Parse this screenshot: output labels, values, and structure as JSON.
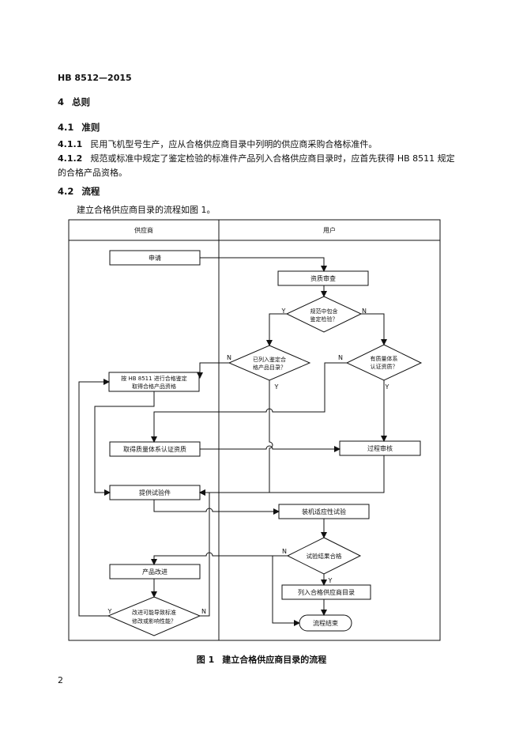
{
  "header": {
    "doc_code": "HB 8512—2015"
  },
  "sections": {
    "s4": {
      "num": "4",
      "title": "总则"
    },
    "s41": {
      "num": "4.1",
      "title": "准则"
    },
    "p411": {
      "num": "4.1.1",
      "text": "民用飞机型号生产，应从合格供应商目录中列明的供应商采购合格标准件。"
    },
    "p412": {
      "num": "4.1.2",
      "line1": "规范或标准中规定了鉴定检验的标准件产品列入合格供应商目录时，应首先获得 HB 8511 规定",
      "line2": "的合格产品资格。"
    },
    "s42": {
      "num": "4.2",
      "title": "流程"
    },
    "p42": {
      "text": "建立合格供应商目录的流程如图 1。"
    }
  },
  "flowchart": {
    "lane_left": "供应商",
    "lane_right": "用户",
    "nodes": {
      "apply": "申请",
      "qual_review": "资质审查",
      "spec_check": [
        "规范中包含",
        "鉴定检验？"
      ],
      "listed_check": [
        "已列入鉴定合",
        "格产品目录？"
      ],
      "qms_check": [
        "有质量体系",
        "认证资质？"
      ],
      "hb8511": [
        "按 HB 8511 进行合格鉴定",
        "取得合格产品资格"
      ],
      "get_qms": "取得质量体系认证资质",
      "process_audit": "过程审核",
      "provide_samples": "提供试验件",
      "install_test": "装机适应性试验",
      "result_check": "试验结果合格",
      "list_in": "列入合格供应商目录",
      "end": "流程结束",
      "improve": "产品改进",
      "improve_check": [
        "改进可能导致标准",
        "修改或影响性能？"
      ]
    },
    "yes": "Y",
    "no": "N"
  },
  "caption": {
    "num": "图 1",
    "text": "建立合格供应商目录的流程"
  },
  "page_number": "2"
}
